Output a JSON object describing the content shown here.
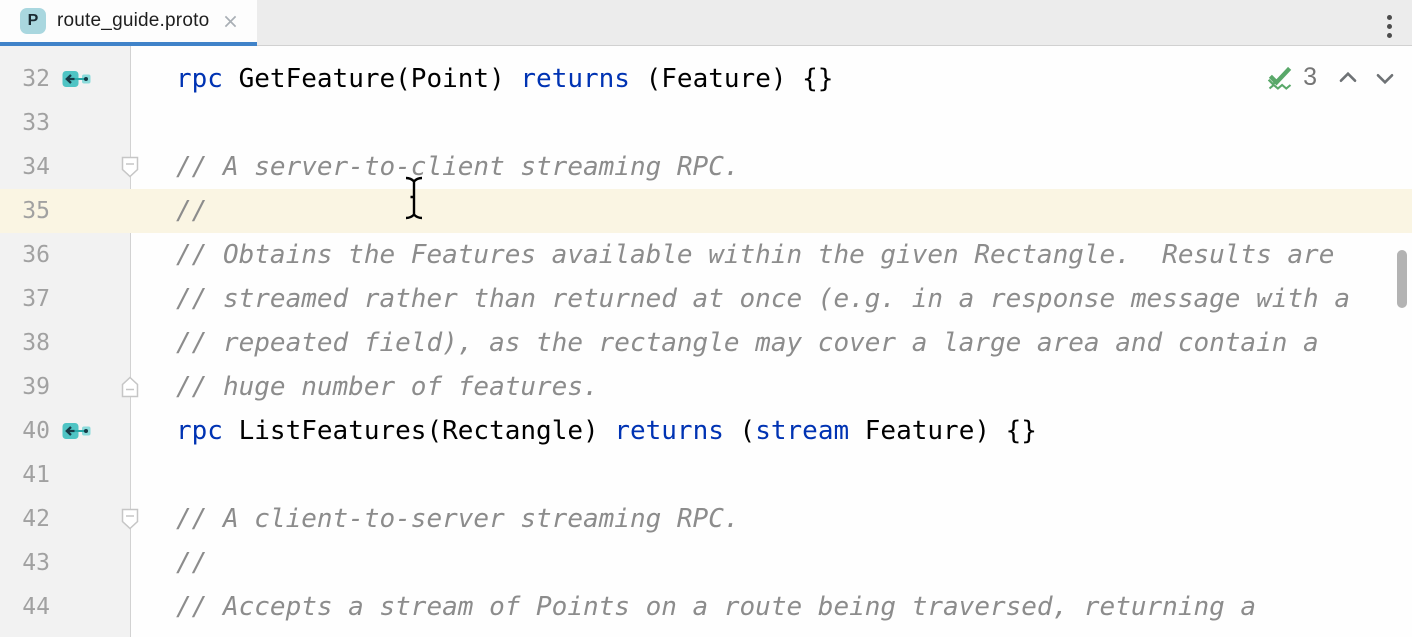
{
  "tab_bar": {
    "tabs": [
      {
        "title": "route_guide.proto",
        "file_icon_letter": "P",
        "active": true
      }
    ]
  },
  "analysis_widget": {
    "count": "3"
  },
  "editor": {
    "lines": [
      {
        "number": "32",
        "gutter_icon": "endpoint",
        "fold": null,
        "highlighted": false,
        "segments": [
          {
            "type": "keyword",
            "text": "rpc"
          },
          {
            "type": "plain",
            "text": " GetFeature(Point) "
          },
          {
            "type": "keyword",
            "text": "returns"
          },
          {
            "type": "plain",
            "text": " (Feature) {}"
          }
        ]
      },
      {
        "number": "33",
        "gutter_icon": null,
        "fold": null,
        "highlighted": false,
        "segments": []
      },
      {
        "number": "34",
        "gutter_icon": null,
        "fold": "collapse-down",
        "highlighted": false,
        "segments": [
          {
            "type": "comment",
            "text": "// A server-to-client streaming RPC."
          }
        ]
      },
      {
        "number": "35",
        "gutter_icon": null,
        "fold": null,
        "highlighted": true,
        "segments": [
          {
            "type": "comment",
            "text": "//"
          }
        ]
      },
      {
        "number": "36",
        "gutter_icon": null,
        "fold": null,
        "highlighted": false,
        "segments": [
          {
            "type": "comment",
            "text": "// Obtains the Features available within the given Rectangle.  Results are"
          }
        ]
      },
      {
        "number": "37",
        "gutter_icon": null,
        "fold": null,
        "highlighted": false,
        "segments": [
          {
            "type": "comment",
            "text": "// streamed rather than returned at once (e.g. in a response message with a"
          }
        ]
      },
      {
        "number": "38",
        "gutter_icon": null,
        "fold": null,
        "highlighted": false,
        "segments": [
          {
            "type": "comment",
            "text": "// repeated field), as the rectangle may cover a large area and contain a"
          }
        ]
      },
      {
        "number": "39",
        "gutter_icon": null,
        "fold": "collapse-up",
        "highlighted": false,
        "segments": [
          {
            "type": "comment",
            "text": "// huge number of features."
          }
        ]
      },
      {
        "number": "40",
        "gutter_icon": "endpoint",
        "fold": null,
        "highlighted": false,
        "segments": [
          {
            "type": "keyword",
            "text": "rpc"
          },
          {
            "type": "plain",
            "text": " ListFeatures(Rectangle) "
          },
          {
            "type": "keyword",
            "text": "returns"
          },
          {
            "type": "plain",
            "text": " ("
          },
          {
            "type": "keyword",
            "text": "stream"
          },
          {
            "type": "plain",
            "text": " Feature) {}"
          }
        ]
      },
      {
        "number": "41",
        "gutter_icon": null,
        "fold": null,
        "highlighted": false,
        "segments": []
      },
      {
        "number": "42",
        "gutter_icon": null,
        "fold": "collapse-down",
        "highlighted": false,
        "segments": [
          {
            "type": "comment",
            "text": "// A client-to-server streaming RPC."
          }
        ]
      },
      {
        "number": "43",
        "gutter_icon": null,
        "fold": null,
        "highlighted": false,
        "segments": [
          {
            "type": "comment",
            "text": "//"
          }
        ]
      },
      {
        "number": "44",
        "gutter_icon": null,
        "fold": null,
        "highlighted": false,
        "segments": [
          {
            "type": "comment",
            "text": "// Accepts a stream of Points on a route being traversed, returning a"
          }
        ]
      }
    ]
  },
  "colors": {
    "accent_tab_underline": "#4083C9",
    "keyword_blue": "#0033B3",
    "comment_gray": "#8C8C8C",
    "caret_row_highlight": "#FAF5E3",
    "endpoint_icon_teal": "#45C1C1",
    "analysis_check_green": "#59A869"
  }
}
